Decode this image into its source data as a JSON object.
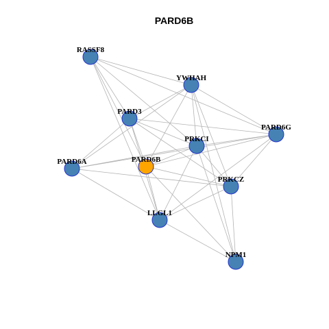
{
  "title": "PARD6B",
  "colors": {
    "node_default": "#4682b4",
    "node_focus": "#ffa500",
    "node_border": "#2233cc",
    "edge": "#b3b3b3"
  },
  "nodes": [
    {
      "id": "RASSF8",
      "label": "RASSF8",
      "focus": false
    },
    {
      "id": "YWHAH",
      "label": "YWHAH",
      "focus": false
    },
    {
      "id": "PARD3",
      "label": "PARD3",
      "focus": false
    },
    {
      "id": "PARD6G",
      "label": "PARD6G",
      "focus": false
    },
    {
      "id": "PRKCI",
      "label": "PRKCI",
      "focus": false
    },
    {
      "id": "PARD6B",
      "label": "PARD6B",
      "focus": true
    },
    {
      "id": "PARD6A",
      "label": "PARD6A",
      "focus": false
    },
    {
      "id": "PRKCZ",
      "label": "PRKCZ",
      "focus": false
    },
    {
      "id": "LLGL1",
      "label": "LLGL1",
      "focus": false
    },
    {
      "id": "NPM1",
      "label": "NPM1",
      "focus": false
    }
  ],
  "edges": [
    [
      "RASSF8",
      "YWHAH"
    ],
    [
      "RASSF8",
      "PARD6G"
    ],
    [
      "RASSF8",
      "PARD3"
    ],
    [
      "RASSF8",
      "PARD6B"
    ],
    [
      "RASSF8",
      "PRKCI"
    ],
    [
      "RASSF8",
      "LLGL1"
    ],
    [
      "YWHAH",
      "PARD3"
    ],
    [
      "YWHAH",
      "PARD6G"
    ],
    [
      "YWHAH",
      "PRKCI"
    ],
    [
      "YWHAH",
      "PARD6B"
    ],
    [
      "YWHAH",
      "PRKCZ"
    ],
    [
      "YWHAH",
      "NPM1"
    ],
    [
      "YWHAH",
      "PARD6A"
    ],
    [
      "PARD3",
      "PARD6G"
    ],
    [
      "PARD3",
      "PRKCI"
    ],
    [
      "PARD3",
      "PARD6B"
    ],
    [
      "PARD3",
      "PARD6A"
    ],
    [
      "PARD3",
      "PRKCZ"
    ],
    [
      "PARD3",
      "LLGL1"
    ],
    [
      "PARD6G",
      "PRKCI"
    ],
    [
      "PARD6G",
      "PARD6B"
    ],
    [
      "PARD6G",
      "PRKCZ"
    ],
    [
      "PARD6G",
      "LLGL1"
    ],
    [
      "PARD6G",
      "PARD6A"
    ],
    [
      "PRKCI",
      "PARD6B"
    ],
    [
      "PRKCI",
      "PARD6A"
    ],
    [
      "PRKCI",
      "PRKCZ"
    ],
    [
      "PRKCI",
      "LLGL1"
    ],
    [
      "PRKCI",
      "NPM1"
    ],
    [
      "PARD6B",
      "PRKCZ"
    ],
    [
      "PARD6B",
      "LLGL1"
    ],
    [
      "PARD6B",
      "NPM1"
    ],
    [
      "PARD6A",
      "PRKCZ"
    ],
    [
      "PARD6A",
      "LLGL1"
    ],
    [
      "PRKCZ",
      "LLGL1"
    ],
    [
      "PRKCZ",
      "NPM1"
    ],
    [
      "LLGL1",
      "NPM1"
    ]
  ]
}
